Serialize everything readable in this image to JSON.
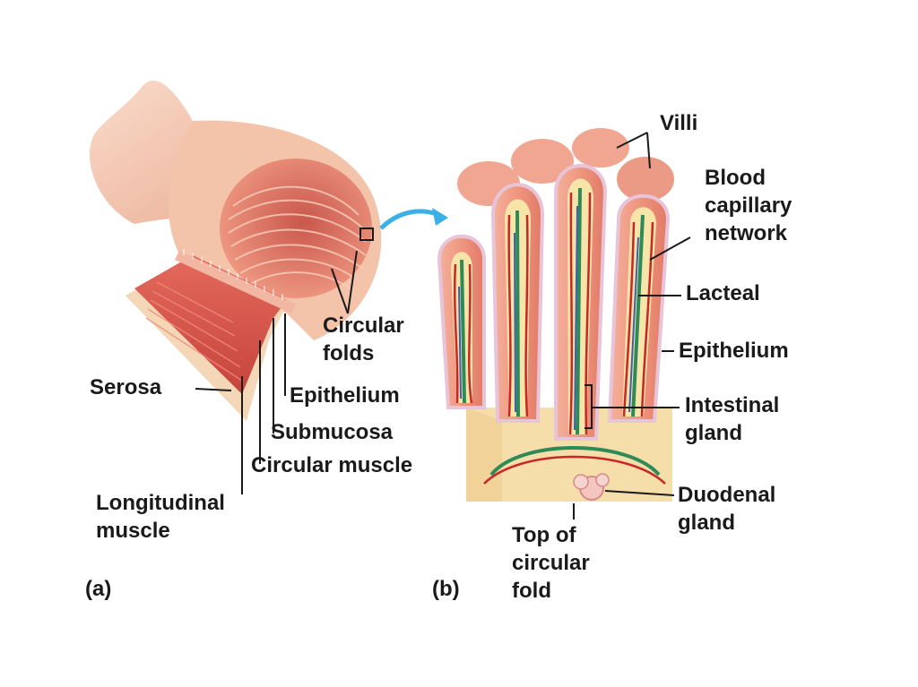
{
  "figure": {
    "panel_a": {
      "tag": "(a)",
      "labels": {
        "circular_folds": [
          "Circular",
          "folds"
        ],
        "serosa": "Serosa",
        "epithelium": "Epithelium",
        "submucosa": "Submucosa",
        "circular_muscle": "Circular muscle",
        "longitudinal_muscle": [
          "Longitudinal",
          "muscle"
        ]
      }
    },
    "panel_b": {
      "tag": "(b)",
      "labels": {
        "villi": "Villi",
        "blood_capillary_network": [
          "Blood",
          "capillary",
          "network"
        ],
        "lacteal": "Lacteal",
        "epithelium": "Epithelium",
        "intestinal_gland": [
          "Intestinal",
          "gland"
        ],
        "duodenal_gland": [
          "Duodenal",
          "gland"
        ],
        "top_of_circular_fold": [
          "Top of",
          "circular",
          "fold"
        ]
      }
    },
    "colors": {
      "intestine_outer": "#f2c2a8",
      "intestine_lumen": "#e98874",
      "muscle": "#d9544a",
      "villus": "#ef9983",
      "submucosa": "#f6deaa",
      "capillary_red": "#c62828",
      "lacteal_green": "#2e8b57",
      "vein_blue": "#3f5fb0",
      "arrow_blue": "#3ab0e6",
      "leader_line": "#1a1a1a"
    }
  }
}
